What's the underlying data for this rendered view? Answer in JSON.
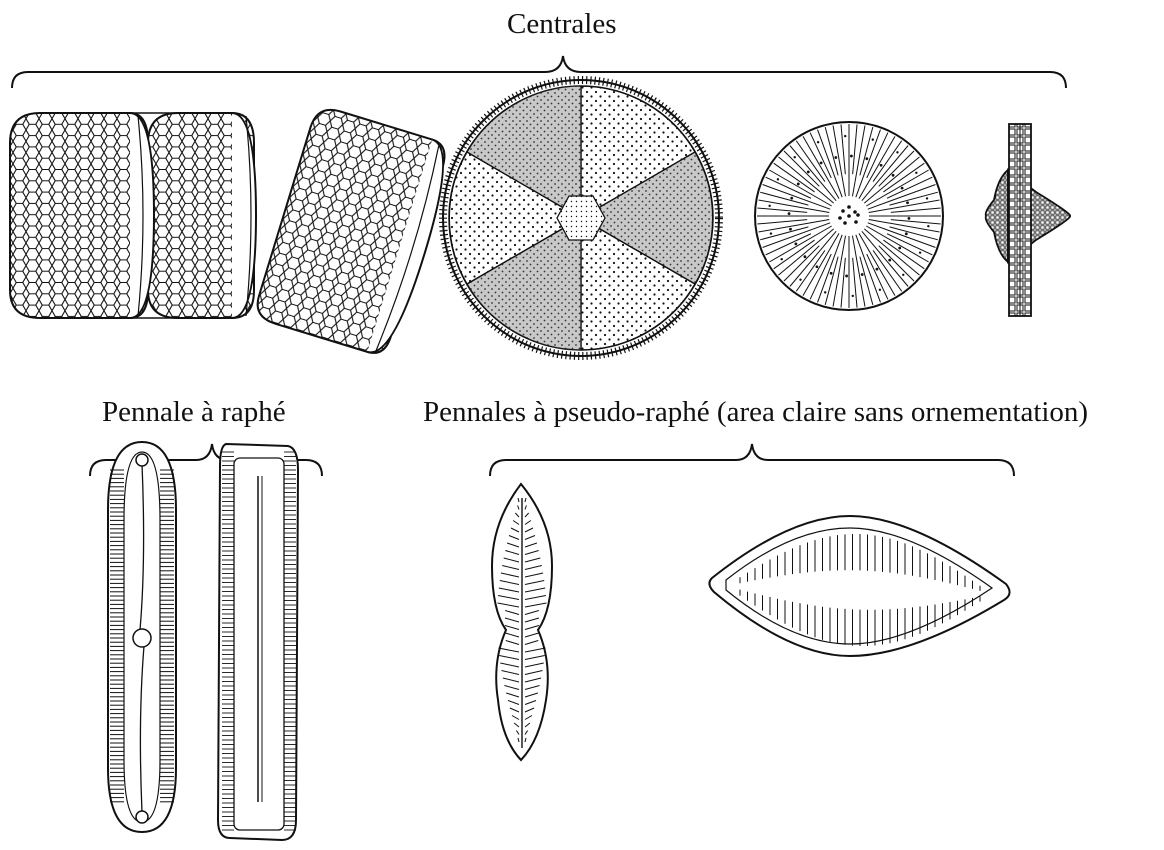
{
  "labels": {
    "centrales": "Centrales",
    "pennale_raphe": "Pennale à raphé",
    "pennales_pseudo_raphe": "Pennales à pseudo-raphé (area claire sans ornementation)"
  },
  "colors": {
    "ink": "#111111",
    "shade": "#c8c8c8",
    "background": "#ffffff"
  }
}
